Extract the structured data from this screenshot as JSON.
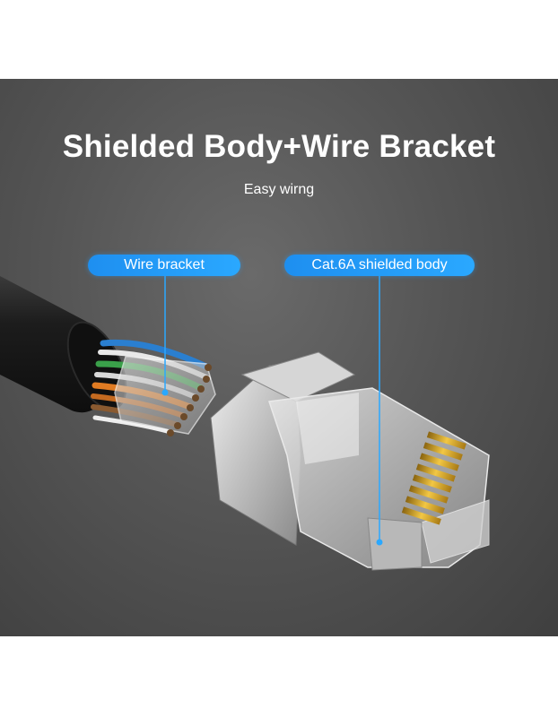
{
  "header": {
    "title": "Shielded Body+Wire Bracket",
    "subtitle": "Easy wirng"
  },
  "callouts": {
    "wire_bracket": "Wire bracket",
    "shielded_body": "Cat.6A shielded body"
  },
  "colors": {
    "accent": "#2196f3",
    "background": "#555555",
    "cable": "#1a1a1a",
    "contacts": "#d9a520"
  }
}
